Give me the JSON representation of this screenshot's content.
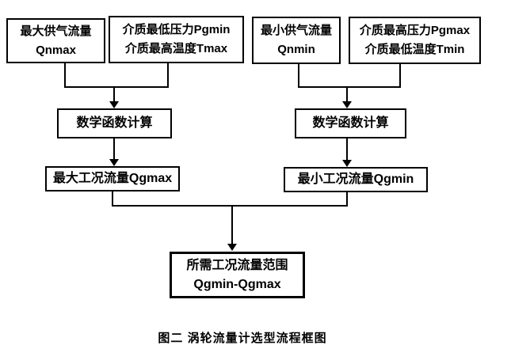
{
  "diagram": {
    "type": "flowchart",
    "caption": "图二  涡轮流量计选型流程框图",
    "nodes": {
      "max_supply": {
        "line1": "最大供气流量",
        "line2": "Qnmax"
      },
      "min_pressure": {
        "line1": "介质最低压力Pgmin",
        "line2": "介质最高温度Tmax"
      },
      "min_supply": {
        "line1": "最小供气流量",
        "line2": "Qnmin"
      },
      "max_pressure": {
        "line1": "介质最高压力Pgmax",
        "line2": "介质最低温度Tmin"
      },
      "calc_left": {
        "label": "数学函数计算"
      },
      "calc_right": {
        "label": "数学函数计算"
      },
      "qgmax": {
        "label": "最大工况流量Qgmax"
      },
      "qgmin": {
        "label": "最小工况流量Qgmin"
      },
      "result": {
        "line1": "所需工况流量范围",
        "line2": "Qgmin-Qgmax"
      }
    },
    "edges": [
      {
        "from": [
          "max_supply",
          "min_pressure"
        ],
        "to": "calc_left"
      },
      {
        "from": [
          "min_supply",
          "max_pressure"
        ],
        "to": "calc_right"
      },
      {
        "from": "calc_left",
        "to": "qgmax"
      },
      {
        "from": "calc_right",
        "to": "qgmin"
      },
      {
        "from": [
          "qgmax",
          "qgmin"
        ],
        "to": "result"
      }
    ],
    "colors": {
      "line": "#000000",
      "text": "#000000",
      "background": "#ffffff"
    }
  }
}
